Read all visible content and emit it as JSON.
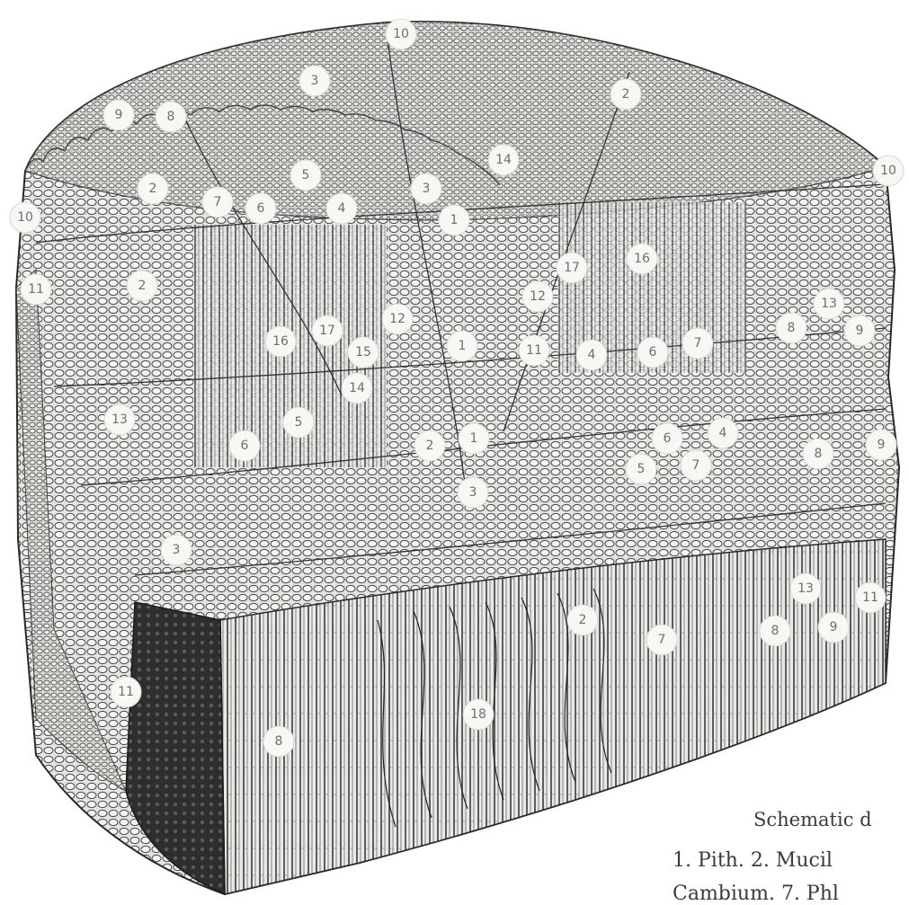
{
  "caption": {
    "title": "Schematic d",
    "line1": "1. Pith. 2. Mucil",
    "line2": "Cambium. 7. Phl"
  },
  "markers": [
    {
      "id": "m01",
      "label": "10"
    },
    {
      "id": "m02",
      "label": "3"
    },
    {
      "id": "m03",
      "label": "2"
    },
    {
      "id": "m04",
      "label": "9"
    },
    {
      "id": "m05",
      "label": "8"
    },
    {
      "id": "m06",
      "label": "14"
    },
    {
      "id": "m07",
      "label": "10"
    },
    {
      "id": "m08",
      "label": "5"
    },
    {
      "id": "m09",
      "label": "2"
    },
    {
      "id": "m10",
      "label": "7"
    },
    {
      "id": "m11",
      "label": "6"
    },
    {
      "id": "m12",
      "label": "4"
    },
    {
      "id": "m13",
      "label": "3"
    },
    {
      "id": "m14",
      "label": "1"
    },
    {
      "id": "m15",
      "label": "10"
    },
    {
      "id": "m16",
      "label": "11"
    },
    {
      "id": "m17",
      "label": "2"
    },
    {
      "id": "m18",
      "label": "17"
    },
    {
      "id": "m19",
      "label": "16"
    },
    {
      "id": "m20",
      "label": "12"
    },
    {
      "id": "m21",
      "label": "13"
    },
    {
      "id": "m22",
      "label": "8"
    },
    {
      "id": "m23",
      "label": "9"
    },
    {
      "id": "m24",
      "label": "16"
    },
    {
      "id": "m25",
      "label": "17"
    },
    {
      "id": "m26",
      "label": "12"
    },
    {
      "id": "m27",
      "label": "15"
    },
    {
      "id": "m28",
      "label": "1"
    },
    {
      "id": "m29",
      "label": "11"
    },
    {
      "id": "m30",
      "label": "4"
    },
    {
      "id": "m31",
      "label": "6"
    },
    {
      "id": "m32",
      "label": "7"
    },
    {
      "id": "m33",
      "label": "14"
    },
    {
      "id": "m34",
      "label": "13"
    },
    {
      "id": "m35",
      "label": "5"
    },
    {
      "id": "m36",
      "label": "6"
    },
    {
      "id": "m37",
      "label": "2"
    },
    {
      "id": "m38",
      "label": "1"
    },
    {
      "id": "m39",
      "label": "6"
    },
    {
      "id": "m40",
      "label": "4"
    },
    {
      "id": "m41",
      "label": "5"
    },
    {
      "id": "m42",
      "label": "7"
    },
    {
      "id": "m43",
      "label": "8"
    },
    {
      "id": "m44",
      "label": "9"
    },
    {
      "id": "m45",
      "label": "3"
    },
    {
      "id": "m46",
      "label": "3"
    },
    {
      "id": "m47",
      "label": "13"
    },
    {
      "id": "m48",
      "label": "11"
    },
    {
      "id": "m49",
      "label": "2"
    },
    {
      "id": "m50",
      "label": "7"
    },
    {
      "id": "m51",
      "label": "8"
    },
    {
      "id": "m52",
      "label": "9"
    },
    {
      "id": "m53",
      "label": "11"
    },
    {
      "id": "m54",
      "label": "18"
    },
    {
      "id": "m55",
      "label": "8"
    }
  ]
}
